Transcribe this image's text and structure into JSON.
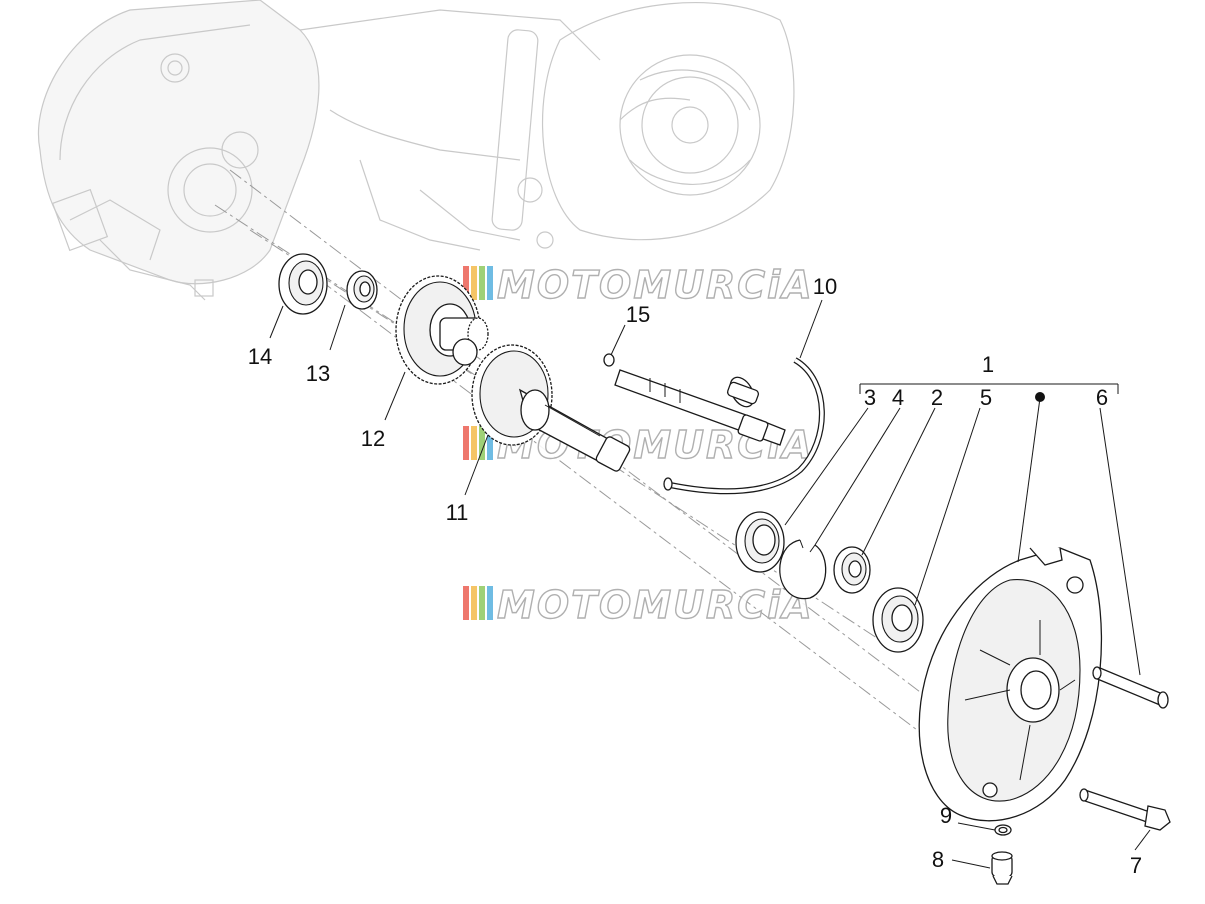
{
  "watermark": {
    "text": "MOTOMURCiA",
    "colors": [
      "#e84a3c",
      "#f2b233",
      "#7fc24a",
      "#3fa6d9"
    ]
  },
  "callouts": {
    "c1": "1",
    "c2": "2",
    "c3": "3",
    "c4": "4",
    "c5": "5",
    "c6": "6",
    "c7": "7",
    "c8": "8",
    "c9": "9",
    "c10": "10",
    "c11": "11",
    "c12": "12",
    "c13": "13",
    "c14": "14",
    "c15": "15"
  },
  "colors": {
    "line": "#1a1a1a",
    "ghost": "#c9c9c9",
    "axis": "#9a9a9a"
  }
}
